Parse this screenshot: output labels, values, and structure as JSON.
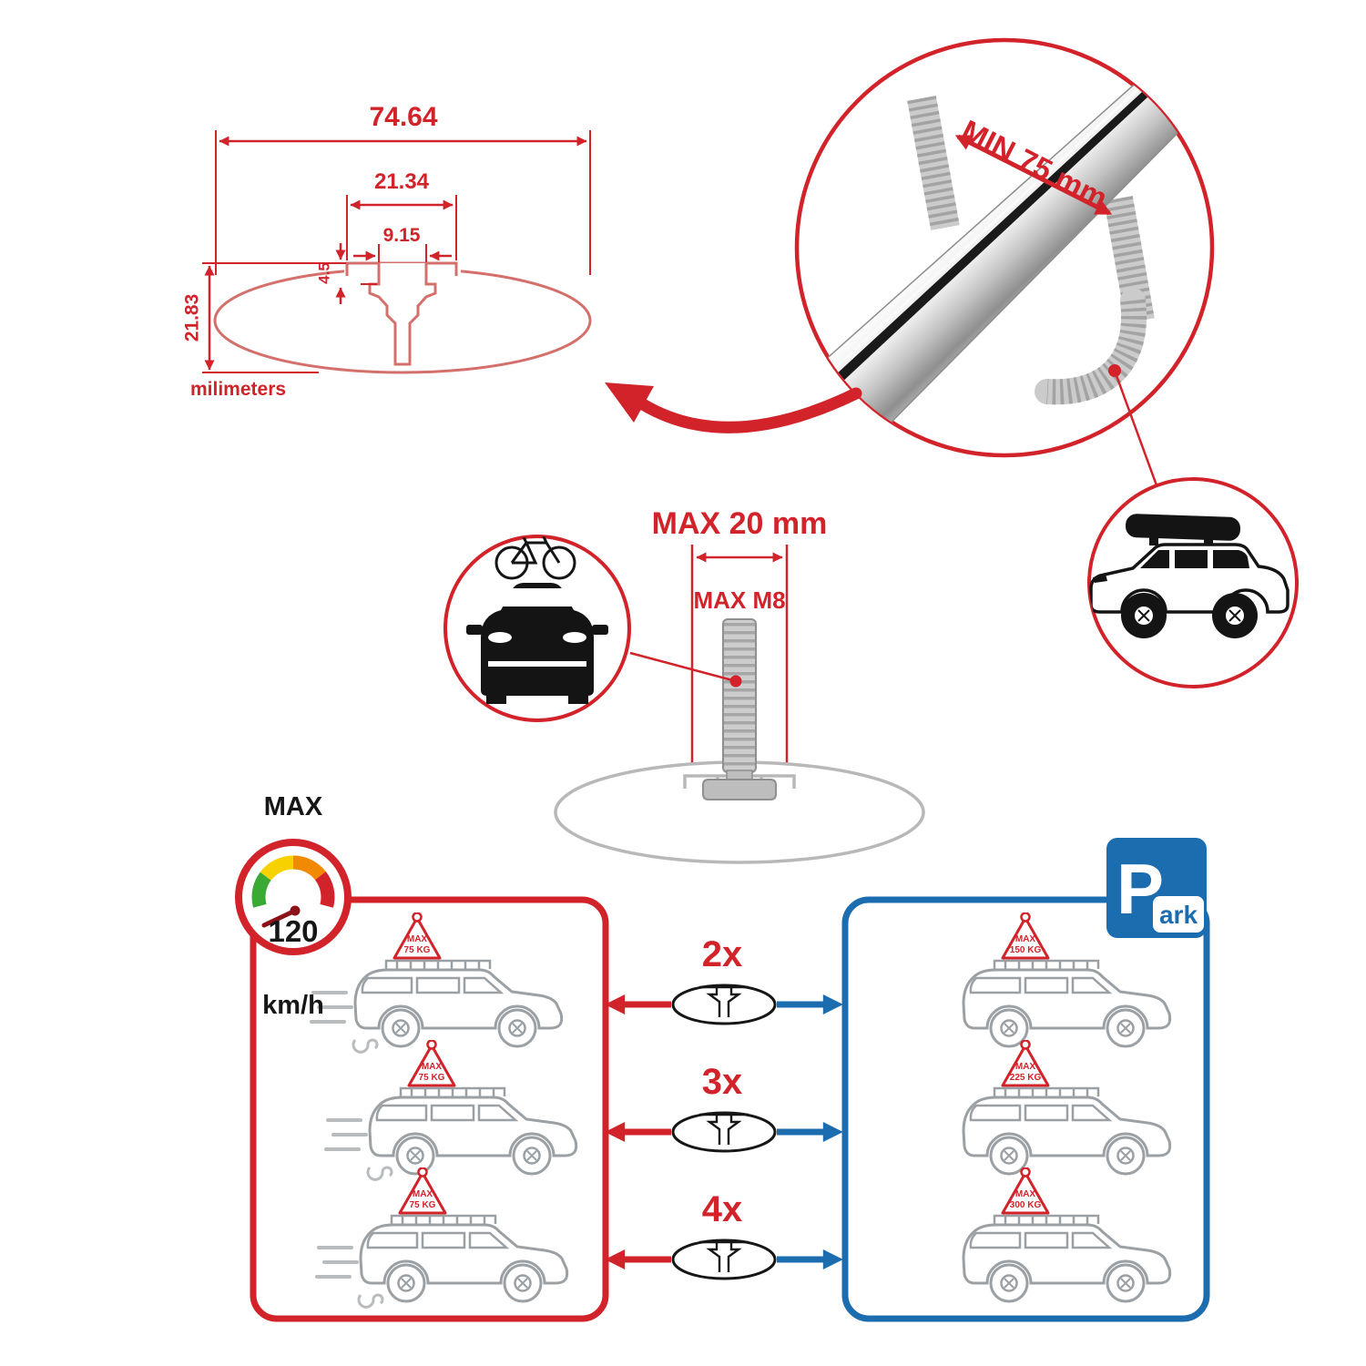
{
  "colors": {
    "red": "#d2232a",
    "blue": "#1c6cb0",
    "grey_outline": "#9aa0a4",
    "salmon_profile": "#d4706c",
    "silver": "#c9c9c9",
    "black": "#161616",
    "gauge_green": "#3aaa35",
    "gauge_yellow": "#f8d200",
    "gauge_orange": "#f18a00",
    "gauge_red": "#d2232a"
  },
  "technical_drawing": {
    "dim_total_width": "74.64",
    "dim_plateau_width": "21.34",
    "dim_slot_width": "9.15",
    "dim_lip_height": "4.5",
    "dim_total_height": "21.83",
    "units_label": "milimeters"
  },
  "crossbar_detail": {
    "min_clamp_span_label": "MIN 75 mm"
  },
  "mount_bolt": {
    "max_bolt_label": "MAX 20 mm",
    "max_thread_label": "MAX M8"
  },
  "speed_limit": {
    "heading": "MAX",
    "value": "120",
    "units": "km/h"
  },
  "parking_sign": {
    "letter": "P",
    "rest": "ark"
  },
  "driving_panel": {
    "cars": [
      {
        "badge_max": "MAX",
        "badge_weight": "75 KG"
      },
      {
        "badge_max": "MAX",
        "badge_weight": "75 KG"
      },
      {
        "badge_max": "MAX",
        "badge_weight": "75 KG"
      }
    ]
  },
  "parking_panel": {
    "cars": [
      {
        "badge_max": "MAX",
        "badge_weight": "150 KG"
      },
      {
        "badge_max": "MAX",
        "badge_weight": "225 KG"
      },
      {
        "badge_max": "MAX",
        "badge_weight": "300 KG"
      }
    ]
  },
  "bar_multipliers": [
    {
      "label": "2x"
    },
    {
      "label": "3x"
    },
    {
      "label": "4x"
    }
  ]
}
